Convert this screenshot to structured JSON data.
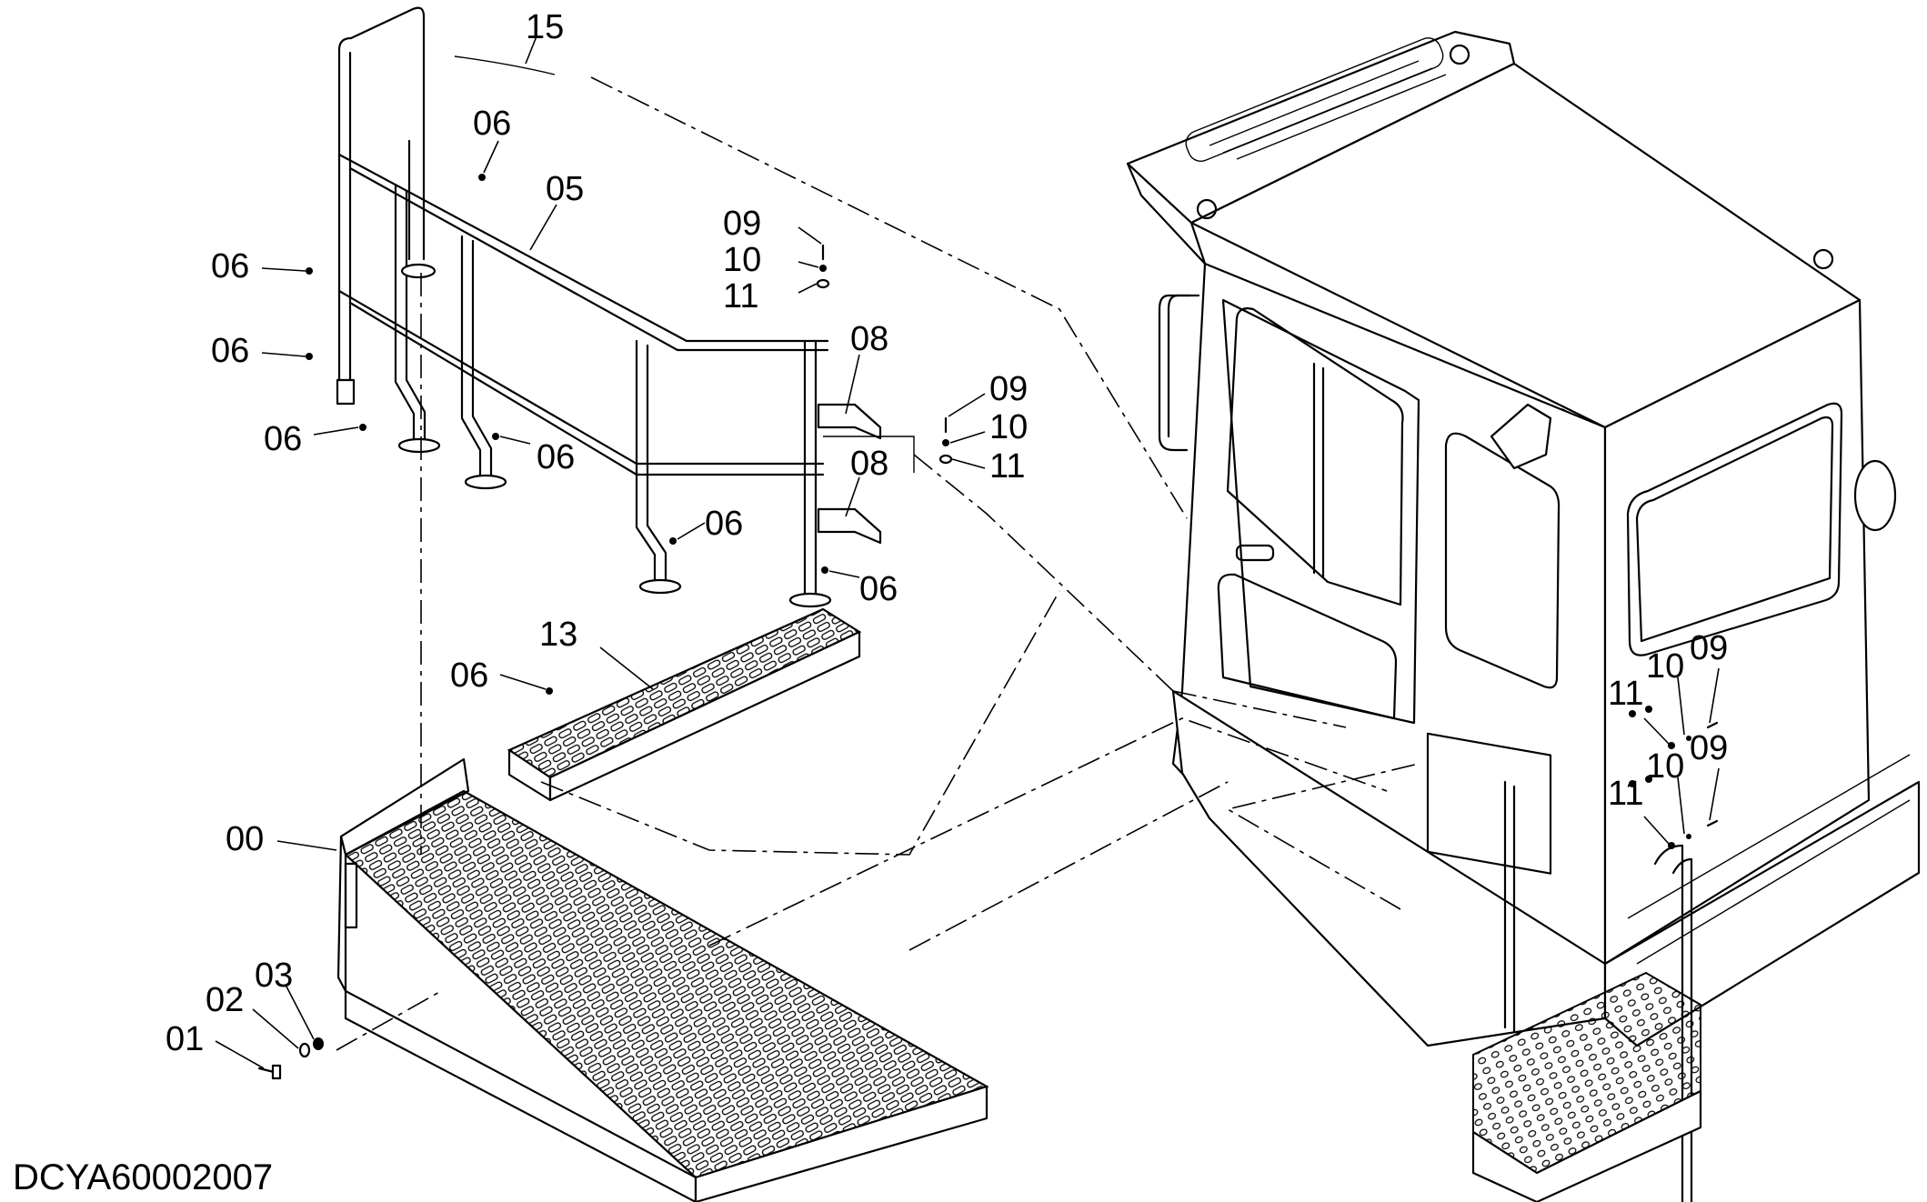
{
  "drawing_number": "DCYA60002007",
  "callouts": {
    "c00": "00",
    "c01": "01",
    "c02": "02",
    "c03": "03",
    "c05": "05",
    "c06": "06",
    "c08": "08",
    "c09": "09",
    "c10": "10",
    "c11": "11",
    "c13": "13",
    "c15": "15"
  }
}
